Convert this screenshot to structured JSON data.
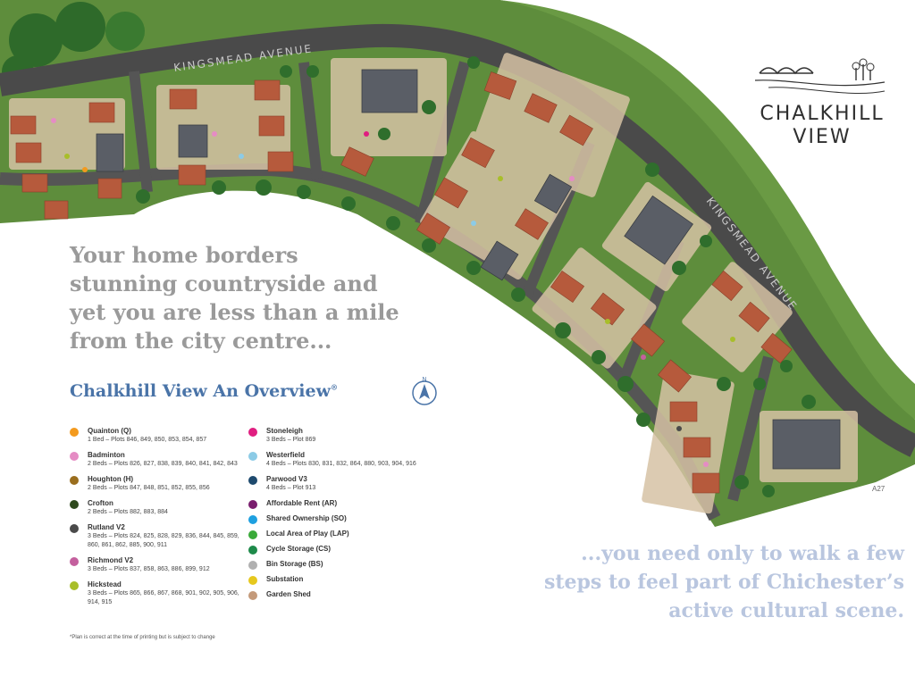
{
  "logo": {
    "line1": "CHALKHILL",
    "line2": "VIEW"
  },
  "roads": {
    "north": "KINGSMEAD AVENUE",
    "east": "KINGSMEAD AVENUE"
  },
  "tagline": [
    "Your home borders",
    "stunning countryside and",
    "yet you are less than a mile",
    "from the city centre..."
  ],
  "overview_title": "Chalkhill View An Overview",
  "overview_title_mark": "®",
  "compass_label": "N",
  "a27_label": "A27",
  "legend_left": [
    {
      "name": "Quainton (Q)",
      "desc": "1 Bed – Plots 846, 849, 850, 853, 854, 857",
      "color": "#f39a1e"
    },
    {
      "name": "Badminton",
      "desc": "2 Beds – Plots 826, 827, 838, 839, 840, 841, 842, 843",
      "color": "#e58cc4"
    },
    {
      "name": "Houghton (H)",
      "desc": "2 Beds – Plots 847, 848, 851, 852, 855, 856",
      "color": "#9a6e1e"
    },
    {
      "name": "Crofton",
      "desc": "2 Beds – Plots 882, 883, 884",
      "color": "#2f4a1e"
    },
    {
      "name": "Rutland V2",
      "desc": "3 Beds – Plots 824, 825, 828, 829, 836, 844, 845, 859, 860, 861, 862, 885, 900, 911",
      "color": "#4a4a4a"
    },
    {
      "name": "Richmond V2",
      "desc": "3 Beds – Plots 837, 858, 863, 886, 899, 912",
      "color": "#c4609e"
    },
    {
      "name": "Hickstead",
      "desc": "3 Beds – Plots 865, 866, 867, 868, 901, 902, 905, 906, 914, 915",
      "color": "#a8be2a"
    }
  ],
  "legend_right": [
    {
      "name": "Stoneleigh",
      "desc": "3 Beds – Plot 869",
      "color": "#e01e80"
    },
    {
      "name": "Westerfield",
      "desc": "4 Beds – Plots 830, 831, 832, 864, 880, 903, 904, 916",
      "color": "#8ccbe6"
    },
    {
      "name": "Parwood V3",
      "desc": "4 Beds – Plot 913",
      "color": "#1e4a6e"
    },
    {
      "name": "Affordable Rent (AR)",
      "desc": "",
      "color": "#7a1e6e"
    },
    {
      "name": "Shared Ownership (SO)",
      "desc": "",
      "color": "#1ea0e0"
    },
    {
      "name": "Local Area of Play (LAP)",
      "desc": "",
      "color": "#3aaa3a"
    },
    {
      "name": "Cycle Storage (CS)",
      "desc": "",
      "color": "#1e8a4a"
    },
    {
      "name": "Bin Storage (BS)",
      "desc": "",
      "color": "#b0b0b0"
    },
    {
      "name": "Substation",
      "desc": "",
      "color": "#e6c81e"
    },
    {
      "name": "Garden Shed",
      "desc": "",
      "color": "#c49a7a"
    }
  ],
  "footnote": "*Plan is correct at the time of printing but is subject to change",
  "bottom_text": [
    "...you need only to walk a few",
    "steps to feel part of Chichester’s",
    "active cultural scene."
  ],
  "colors": {
    "grass": "#5a8a3a",
    "road": "#4a4a4a",
    "roof": "#b8583a",
    "pavement": "#d8c4a8",
    "tagline": "#9a9a9a",
    "title": "#4a74a8",
    "bottom_text": "#b9c6df"
  }
}
